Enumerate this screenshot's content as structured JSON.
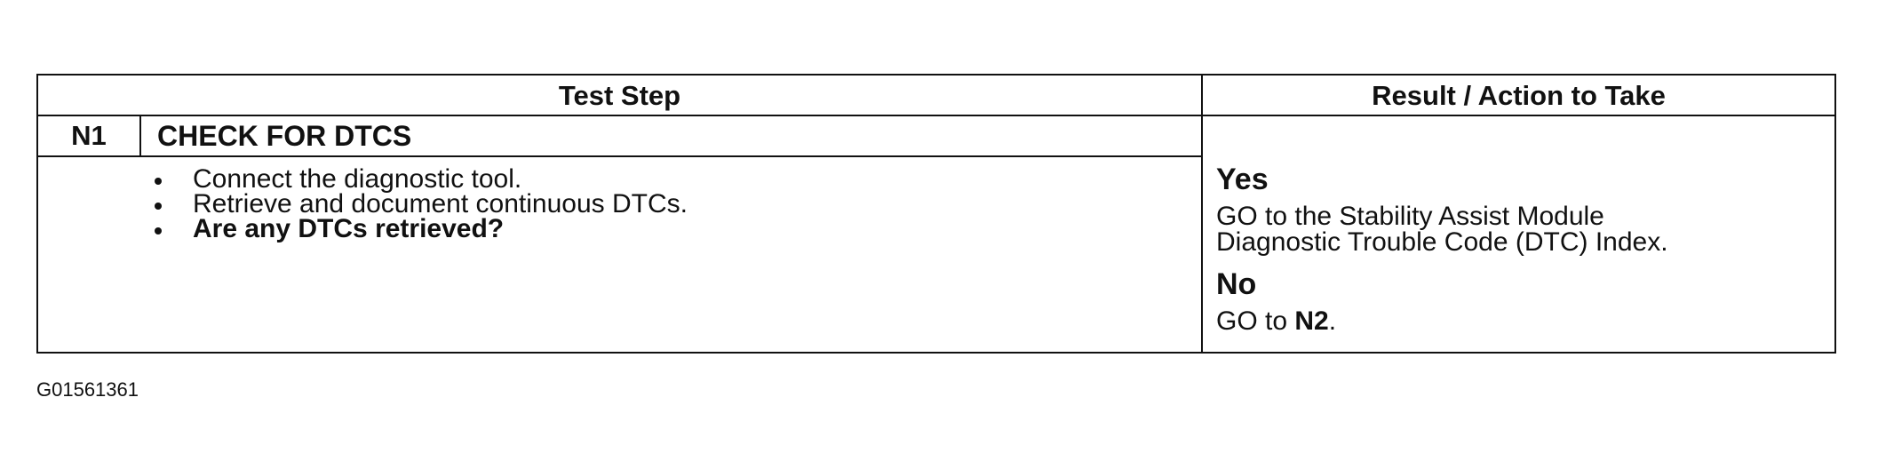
{
  "table": {
    "headers": {
      "test_step": "Test Step",
      "result_action": "Result / Action to Take"
    },
    "step": {
      "id": "N1",
      "title": "CHECK FOR DTCS",
      "bullets": [
        "Connect the diagnostic tool.",
        "Retrieve and document continuous DTCs.",
        "Are any DTCs retrieved?"
      ]
    },
    "results": {
      "yes_label": "Yes",
      "yes_line1": "GO to the Stability Assist Module",
      "yes_line2": "Diagnostic Trouble Code (DTC) Index.",
      "no_label": "No",
      "no_prefix": "GO to ",
      "no_target": "N2",
      "no_suffix": "."
    }
  },
  "figure_id": "G01561361"
}
